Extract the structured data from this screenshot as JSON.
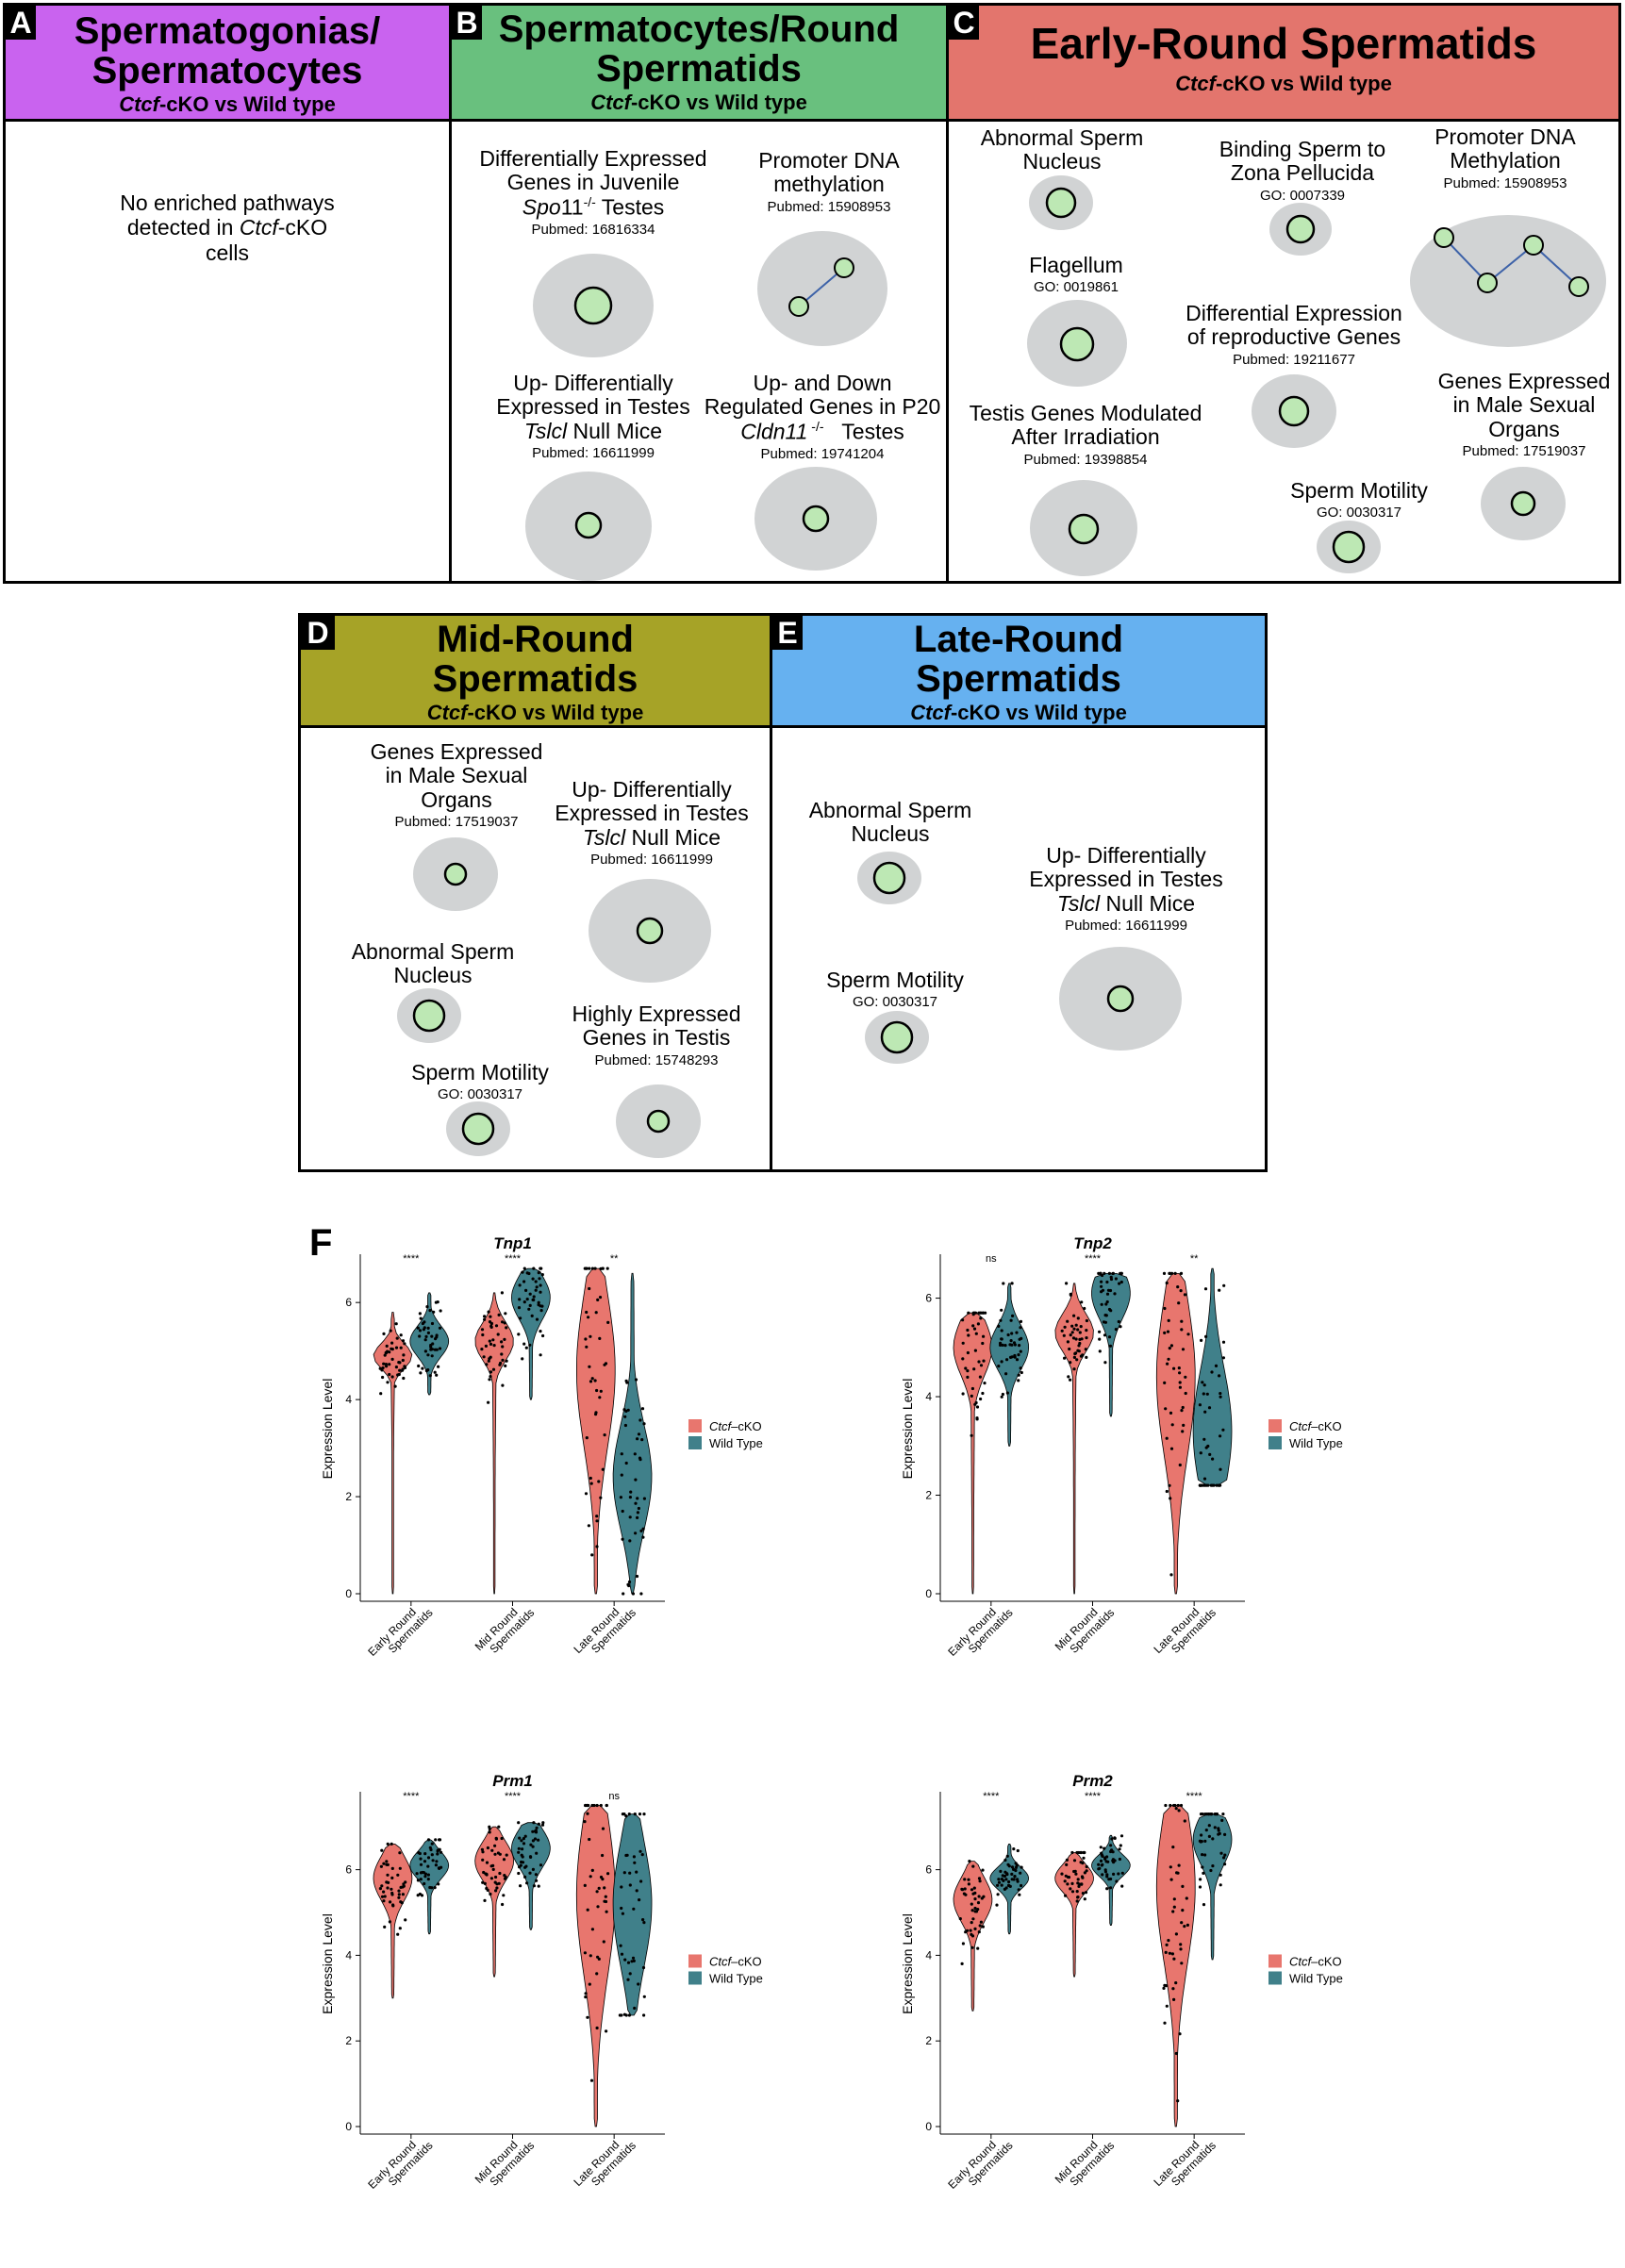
{
  "colors": {
    "panel_a": "#c963ef",
    "panel_b": "#69c07e",
    "panel_c": "#e3756d",
    "panel_d": "#a6a327",
    "panel_e": "#66b1f0",
    "ellipse": "#d1d3d4",
    "node_fill": "#bde8b4",
    "edge": "#3d62a8",
    "ctcf_ko": "#e8766e",
    "wild_type": "#40808a"
  },
  "panels": {
    "a": {
      "label": "A",
      "title_line1": "Spermatogonias/",
      "title_line2": "Spermatocytes",
      "sub_gene": "Ctcf",
      "sub_rest": "-cKO vs Wild type",
      "nodata_line1": "No enriched pathways",
      "nodata_line2_a": "detected in ",
      "nodata_line2_gene": "Ctcf",
      "nodata_line2_b": "-cKO",
      "nodata_line3": "cells"
    },
    "b": {
      "label": "B",
      "title_line1": "Spermatocytes/Round",
      "title_line2": "Spermatids",
      "sub_gene": "Ctcf",
      "sub_rest": "-cKO vs Wild type",
      "nodes": [
        {
          "line1": "Differentially Expressed",
          "line2": "Genes in Juvenile",
          "line3_gene": "Spo",
          "line3_rest": "11",
          "line3_sup": "-/-",
          "line3_end": " Testes",
          "ref": "Pubmed: 16816334"
        },
        {
          "line1": "Promoter DNA",
          "line2": "methylation",
          "ref": "Pubmed: 15908953"
        },
        {
          "line1": "Up- Differentially",
          "line2": "Expressed in Testes",
          "line3_gene": "Tslcl",
          "line3_end": " Null Mice",
          "ref": "Pubmed: 16611999"
        },
        {
          "line1": "Up- and Down",
          "line2": "Regulated Genes in P20",
          "line3_gene": "Cldn11",
          "line3_sup": " -/-",
          "line3_end": "   Testes",
          "ref": "Pubmed: 19741204"
        }
      ]
    },
    "c": {
      "label": "C",
      "title_line1": "Early-Round Spermatids",
      "sub_gene": "Ctcf",
      "sub_rest": "-cKO vs Wild type",
      "nodes": [
        {
          "line1": "Abnormal Sperm",
          "line2": "Nucleus",
          "ref": ""
        },
        {
          "line1": "Binding Sperm to",
          "line2": "Zona Pellucida",
          "ref": "GO: 0007339"
        },
        {
          "line1": "Promoter DNA",
          "line2": "Methylation",
          "ref": "Pubmed: 15908953"
        },
        {
          "line1": "Flagellum",
          "ref": "GO: 0019861"
        },
        {
          "line1": "Differential Expression",
          "line2": "of reproductive Genes",
          "ref": "Pubmed: 19211677"
        },
        {
          "line1": "Genes Expressed",
          "line2": "in Male Sexual",
          "line3": "Organs",
          "ref": "Pubmed: 17519037"
        },
        {
          "line1": "Testis Genes Modulated",
          "line2": "After Irradiation",
          "ref": "Pubmed: 19398854"
        },
        {
          "line1": "Sperm Motility",
          "ref": "GO: 0030317"
        }
      ]
    },
    "d": {
      "label": "D",
      "title_line1": "Mid-Round",
      "title_line2": "Spermatids",
      "sub_gene": "Ctcf",
      "sub_rest": "-cKO vs Wild type",
      "nodes": [
        {
          "line1": "Genes Expressed",
          "line2": "in Male Sexual",
          "line3": "Organs",
          "ref": "Pubmed: 17519037"
        },
        {
          "line1": "Up- Differentially",
          "line2": "Expressed in Testes",
          "line3_gene": "Tslcl",
          "line3_end": " Null Mice",
          "ref": "Pubmed: 16611999"
        },
        {
          "line1": "Abnormal Sperm",
          "line2": "Nucleus",
          "ref": ""
        },
        {
          "line1": "Highly Expressed",
          "line2": "Genes in Testis",
          "ref": "Pubmed: 15748293"
        },
        {
          "line1": "Sperm Motility",
          "ref": "GO: 0030317"
        }
      ]
    },
    "e": {
      "label": "E",
      "title_line1": "Late-Round",
      "title_line2": "Spermatids",
      "sub_gene": "Ctcf",
      "sub_rest": "-cKO vs Wild type",
      "nodes": [
        {
          "line1": "Abnormal Sperm",
          "line2": "Nucleus",
          "ref": ""
        },
        {
          "line1": "Up- Differentially",
          "line2": "Expressed in Testes",
          "line3_gene": "Tslcl",
          "line3_end": " Null Mice",
          "ref": "Pubmed: 16611999"
        },
        {
          "line1": "Sperm Motility",
          "ref": "GO: 0030317"
        }
      ]
    }
  },
  "panel_f": {
    "label": "F"
  },
  "chart_data": [
    {
      "type": "violin",
      "title": "Tnp1",
      "ylabel": "Expression Level",
      "ylim": [
        0,
        6.8
      ],
      "yticks": [
        0,
        2,
        4,
        6
      ],
      "categories": [
        "Early Round Spermatids",
        "Mid Round Spermatids",
        "Late Round Spermatids"
      ],
      "significance": [
        "****",
        "****",
        "**"
      ],
      "legend": [
        "Ctcf–cKO",
        "Wild Type"
      ],
      "series": [
        {
          "name": "Ctcf–cKO",
          "median": [
            4.9,
            5.2,
            4.6
          ],
          "q1": [
            4.6,
            4.9,
            2.8
          ],
          "q3": [
            5.0,
            5.5,
            5.3
          ],
          "min": [
            0.0,
            0.0,
            0.0
          ],
          "max": [
            5.8,
            6.2,
            6.7
          ]
        },
        {
          "name": "Wild Type",
          "median": [
            5.2,
            6.1,
            2.4
          ],
          "q1": [
            4.9,
            5.7,
            1.8
          ],
          "q3": [
            5.4,
            6.4,
            3.5
          ],
          "min": [
            4.1,
            4.0,
            0.0
          ],
          "max": [
            6.2,
            6.7,
            6.6
          ]
        }
      ]
    },
    {
      "type": "violin",
      "title": "Tnp2",
      "ylabel": "Expression Level",
      "ylim": [
        0,
        6.7
      ],
      "yticks": [
        0,
        2,
        4,
        6
      ],
      "categories": [
        "Early Round Spermatids",
        "Mid Round Spermatids",
        "Late Round Spermatids"
      ],
      "significance": [
        "ns",
        "****",
        "**"
      ],
      "legend": [
        "Ctcf–cKO",
        "Wild Type"
      ],
      "series": [
        {
          "name": "Ctcf–cKO",
          "median": [
            5.0,
            5.3,
            4.4
          ],
          "q1": [
            4.5,
            5.0,
            2.8
          ],
          "q3": [
            5.4,
            5.6,
            5.3
          ],
          "min": [
            0.0,
            0.0,
            0.0
          ],
          "max": [
            5.7,
            6.3,
            6.5
          ]
        },
        {
          "name": "Wild Type",
          "median": [
            5.0,
            6.1,
            3.3
          ],
          "q1": [
            4.6,
            5.6,
            2.6
          ],
          "q3": [
            5.3,
            6.4,
            4.6
          ],
          "min": [
            3.0,
            3.6,
            2.2
          ],
          "max": [
            6.3,
            6.5,
            6.6
          ]
        }
      ]
    },
    {
      "type": "violin",
      "title": "Prm1",
      "ylabel": "Expression Level",
      "ylim": [
        0,
        7.6
      ],
      "yticks": [
        0,
        2,
        4,
        6
      ],
      "categories": [
        "Early Round Spermatids",
        "Mid Round Spermatids",
        "Late Round Spermatids"
      ],
      "significance": [
        "****",
        "****",
        "ns"
      ],
      "legend": [
        "Ctcf–cKO",
        "Wild Type"
      ],
      "series": [
        {
          "name": "Ctcf–cKO",
          "median": [
            5.8,
            6.2,
            5.4
          ],
          "q1": [
            5.3,
            5.8,
            3.4
          ],
          "q3": [
            6.1,
            6.5,
            6.4
          ],
          "min": [
            3.0,
            3.5,
            0.0
          ],
          "max": [
            6.6,
            7.0,
            7.5
          ]
        },
        {
          "name": "Wild Type",
          "median": [
            6.1,
            6.5,
            5.2
          ],
          "q1": [
            5.8,
            6.1,
            4.0
          ],
          "q3": [
            6.3,
            6.8,
            6.3
          ],
          "min": [
            4.5,
            4.6,
            2.6
          ],
          "max": [
            6.7,
            7.1,
            7.3
          ]
        }
      ]
    },
    {
      "type": "violin",
      "title": "Prm2",
      "ylabel": "Expression Level",
      "ylim": [
        0,
        7.6
      ],
      "yticks": [
        0,
        2,
        4,
        6
      ],
      "categories": [
        "Early Round Spermatids",
        "Mid Round Spermatids",
        "Late Round Spermatids"
      ],
      "significance": [
        "****",
        "****",
        "****"
      ],
      "legend": [
        "Ctcf–cKO",
        "Wild Type"
      ],
      "series": [
        {
          "name": "Ctcf–cKO",
          "median": [
            5.3,
            5.8,
            5.6
          ],
          "q1": [
            4.9,
            5.5,
            3.6
          ],
          "q3": [
            5.7,
            6.0,
            6.4
          ],
          "min": [
            2.7,
            3.5,
            0.0
          ],
          "max": [
            6.2,
            6.4,
            7.5
          ]
        },
        {
          "name": "Wild Type",
          "median": [
            5.8,
            6.1,
            6.7
          ],
          "q1": [
            5.6,
            5.9,
            6.1
          ],
          "q3": [
            6.0,
            6.3,
            7.0
          ],
          "min": [
            4.5,
            4.7,
            3.9
          ],
          "max": [
            6.6,
            6.8,
            7.3
          ]
        }
      ]
    }
  ]
}
